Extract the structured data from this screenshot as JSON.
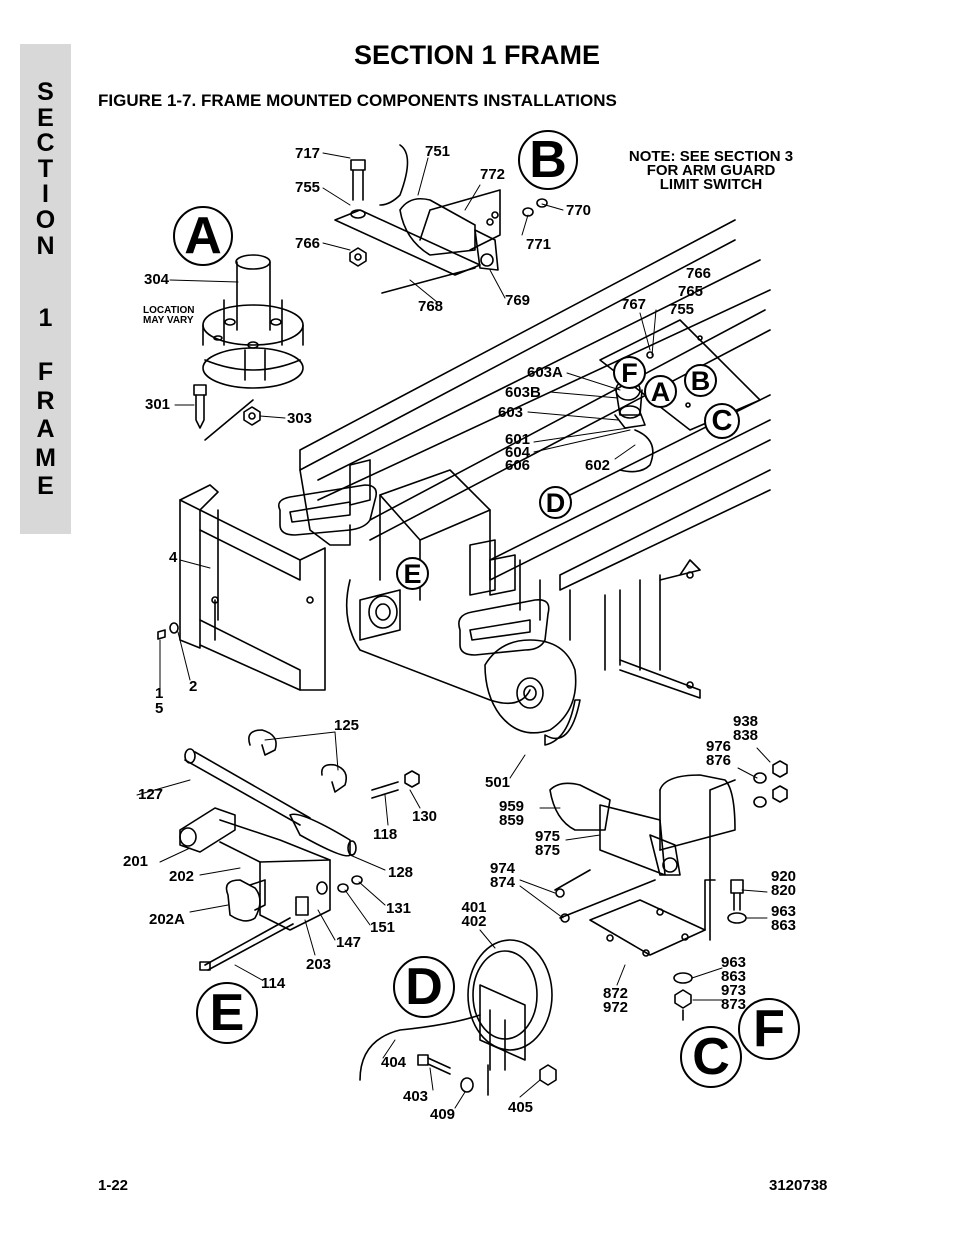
{
  "side_tab": {
    "section_word": [
      "S",
      "E",
      "C",
      "T",
      "I",
      "O",
      "N"
    ],
    "section_number": "1",
    "frame_word": [
      "F",
      "R",
      "A",
      "M",
      "E"
    ]
  },
  "header": {
    "section_title": "SECTION 1  FRAME",
    "figure_title": "FIGURE 1-7.    FRAME MOUNTED COMPONENTS INSTALLATIONS"
  },
  "note": {
    "lines": [
      "NOTE: SEE SECTION 3",
      "FOR ARM GUARD",
      "LIMIT SWITCH"
    ]
  },
  "callouts": {
    "c717": "717",
    "c751": "751",
    "c755a": "755",
    "c772": "772",
    "c770": "770",
    "c766a": "766",
    "c771": "771",
    "c768": "768",
    "c769": "769",
    "c766b": "766",
    "c765": "765",
    "c755b": "755",
    "c767": "767",
    "c304": "304",
    "c301": "301",
    "c303": "303",
    "location": "LOCATION\nMAY VARY",
    "c603a": "603A",
    "c603b": "603B",
    "c603": "603",
    "c601": "601\n604\n606",
    "c602": "602",
    "c4": "4",
    "c2": "2",
    "c15": "1\n5",
    "c125": "125",
    "c127": "127",
    "c130": "130",
    "c118": "118",
    "c128": "128",
    "c201": "201",
    "c202": "202",
    "c202a": "202A",
    "c131": "131",
    "c151": "151",
    "c147": "147",
    "c203": "203",
    "c114": "114",
    "c501": "501",
    "c938": "938\n838",
    "c976": "976\n876",
    "c959": "959\n859",
    "c975": "975\n875",
    "c974": "974\n874",
    "c920": "920\n820",
    "c963a": "963\n863",
    "c401": "401\n402",
    "c963b": "963\n863\n973\n873",
    "c872": "872\n972",
    "c404": "404",
    "c403": "403",
    "c409": "409",
    "c405": "405"
  },
  "detail_letters": {
    "a_big": "A",
    "b_big": "B",
    "f_mid": "F",
    "a_mid": "A",
    "b_mid": "B",
    "c_mid": "C",
    "d_mid": "D",
    "e_mid": "E",
    "e_big": "E",
    "d_big": "D",
    "f_big": "F",
    "c_big": "C"
  },
  "footer": {
    "page_number": "1-22",
    "doc_number": "3120738"
  }
}
